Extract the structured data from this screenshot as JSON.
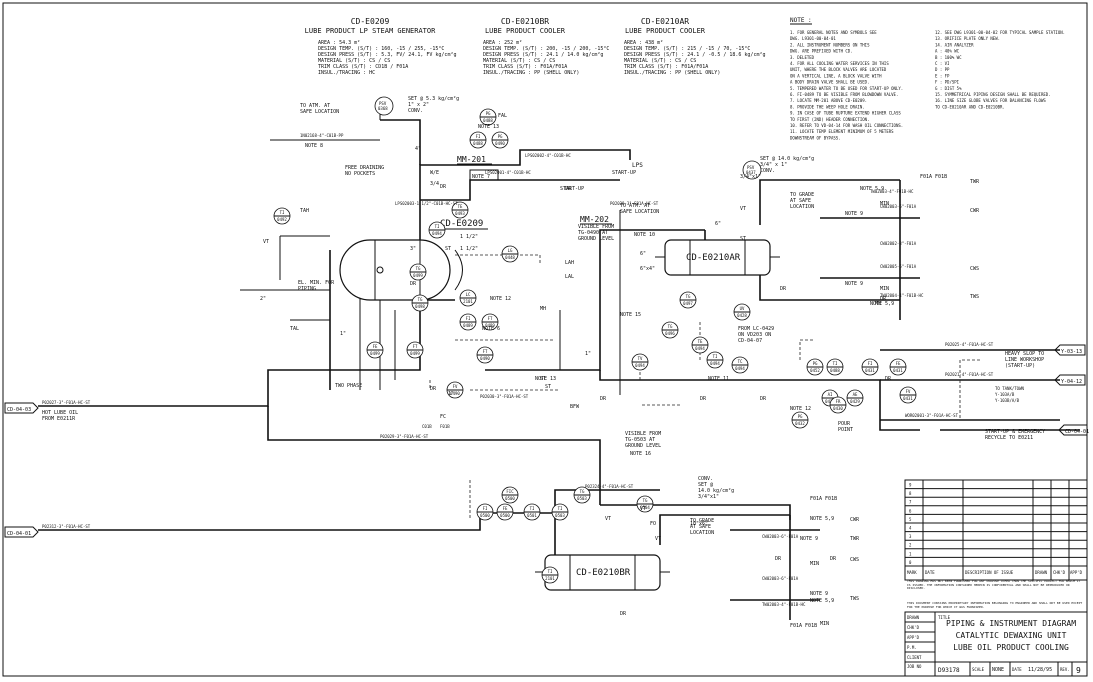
{
  "headers": {
    "hdr1": {
      "tag": "CD-E0209",
      "name": "LUBE PRODUCT LP STEAM GENERATOR",
      "lines": [
        "AREA : 54.3 m²",
        "DESIGN TEMP. (S/T) : 160, -15 / 255, -15°C",
        "DESIGN PRESS (S/T) : 5.3, FV/ 24.1, FV kg/cm²g",
        "MATERIAL (S/T) : CS / CS",
        "TRIM CLASS (S/T) : CD1B / F01A",
        "INSUL./TRACING : HC"
      ]
    },
    "hdr2": {
      "tag": "CD-E0210BR",
      "name": "LUBE PRODUCT COOLER",
      "lines": [
        "AREA : 252 m²",
        "DESIGN TEMP. (S/T) : 200, -15 / 200, -15°C",
        "DESIGN PRESS (S/T) : 24.1 / 14.0 kg/cm²g",
        "MATERIAL (S/T) : CS / CS",
        "TRIM CLASS (S/T) : F01A/F01A",
        "INSUL./TRACING : PP (SHELL ONLY)"
      ]
    },
    "hdr3": {
      "tag": "CD-E0210AR",
      "name": "LUBE PRODUCT COOLER",
      "lines": [
        "AREA : 438 m²",
        "DESIGN TEMP. (S/T) : 215 / -15 / 70, -15°C",
        "DESIGN PRESS (S/T) : 24.1 / -0.5 / 18.6 kg/cm²g",
        "MATERIAL (S/T) : CS / CS",
        "TRIM CLASS (S/T) : F01A/F01A",
        "INSUL./TRACING : PP (SHELL ONLY)"
      ]
    }
  },
  "notes": {
    "title": "NOTE :",
    "left": [
      "1. FOR GENERAL NOTES AND SYMBOLS SEE",
      "   DWG. L9301-00-04-01",
      "2. ALL INSTRUMENT NUMBERS ON THIS",
      "   DWG. ARE PREFIXED WITH CD.",
      "3. DELETED",
      "4. FOR ALL COOLING WATER SERVICES IN THIS",
      "   UNIT, WHERE THE BLOCK VALVES ARE LOCATED",
      "   ON A VERTICAL LINE, A BLOCK VALVE WITH",
      "   A BODY DRAIN VALVE SHALL BE USED.",
      "5. TEMPERED WATER TO BE USED FOR START-UP ONLY.",
      "6. FI-0489 TO BE VISIBLE FROM BLOWDOWN VALVE.",
      "7. LOCATE MM-201 ABOVE CD-E0209.",
      "8. PROVIDE THE WEEP HOLE DRAIN.",
      "9. IN CASE OF TUBE RUPTURE EXTEND HIGHER CLASS",
      "   TO FIRST (2ND) HEADER CONNECTION.",
      "10. REFER TO VD-04-14 FOR WASH OIL CONNECTIONS.",
      "11. LOCATE TEMP ELEMENT MINIMUM OF 5 METERS",
      "    DOWNSTREAM OF BYPASS."
    ],
    "right": [
      "12. SEE DWG L9301-00-04-02 FOR TYPICAL SAMPLE STATION.",
      "13. ORIFICE PLATE ONLY NEW.",
      "14. AIR ANALYZER",
      "    A : 40% WC",
      "    B : 100% WC",
      "    C : VI",
      "    D : PP",
      "    E : FP",
      "    F : PD/SPI",
      "    G : DIST 5%",
      "15. SYMMETRICAL PIPING DESIGN SHALL BE REQUIRED.",
      "16. LINE SIZE GLOBE VALVES FOR BALANCING FLOWS",
      "    TO CD-E0210AR AND CD-E0210BR."
    ]
  },
  "labels": {
    "atm1": "TO ATM. AT",
    "atm1b": "SAFE LOCATION",
    "set1": "SET @ 5.3 kg/cm²g",
    "set1b": "1\" x 2\"",
    "set1c": "CONV.",
    "psv368": "PSV",
    "psv368n": "0368",
    "line_top": "1N02168-4\"-C01B-PP",
    "note8": "NOTE 8",
    "note13": "NOTE 13",
    "note7": "NOTE 7",
    "note12": "NOTE 12",
    "note6": "NOTE 6",
    "note15": "NOTE 15",
    "note13b": "NOTE 13",
    "note16": "NOTE 16",
    "note10": "NOTE 10",
    "note11": "NOTE 11",
    "note12b": "NOTE 12",
    "mm201": "MM-201",
    "mm202": "MM-202",
    "lps": "LPS",
    "startup1": "START-UP",
    "startup2": "START-UP",
    "lps_line1": "LPS02001-4\"-C01B-HC",
    "lps_line2": "LPS02002-4\"-C01B-HC",
    "lps_line3": "LPS02003-1 1/2\"-C01B-HC-ST",
    "free_drain": "FREE DRAINING",
    "no_pockets": "NO POCKETS",
    "cde0209": "CD-E0209",
    "cde0210ar": "CD-E0210AR",
    "cde0210br": "CD-E0210BR",
    "atm2": "TO ATM. AT",
    "atm2b": "SAFE LOCATION",
    "set2": "SET @ 14.0 kg/cm²g",
    "set2b": "3/4\" x 1\"",
    "set2c": "CONV.",
    "psv437": "PSV",
    "psv437n": "0437",
    "grade1": "TO GRADE",
    "grade1b": "AT SAFE",
    "grade1c": "LOCATION",
    "grade2": "TO GRADE",
    "grade2b": "AT SAFE",
    "grade2c": "LOCATION",
    "vis1": "VISIBLE FROM",
    "vis1b": "TG-0490 AT",
    "vis1c": "GROUND LEVEL",
    "vis2": "VISIBLE FROM",
    "vis2b": "TG-0503 AT",
    "vis2c": "GROUND LEVEL",
    "elmin": "EL. MIN. FOR",
    "elmin2": "PIPING",
    "two_phase": "TWO PHASE",
    "from_lc": "FROM LC-0429",
    "from_lc2": "ON VD203 ON",
    "from_lc3": "CD-04-07",
    "hot_lube": "HOT LUBE OIL",
    "hot_lube2": "FROM E0211R",
    "line_p1": "P02027-3\"-F01A-HC-ST",
    "line_p2": "P02312-3\"-F01A-HC-ST",
    "line_p3": "P02029-3\"-F01A-HC-ST",
    "line_p4": "P02324-4\"-F01A-HC-ST",
    "line_p5": "P02028-3\"-F01A-HC-ST",
    "line_p6": "P02030-3\"-F01A-HC-ST",
    "offpage1": "CD-04-03",
    "offpage2": "CD-04-01",
    "offpage3": "Y-03-13",
    "offpage4": "Y-04-12",
    "offpage5": "CD-04-01",
    "heavy_slop": "HEAVY SLOP TO",
    "heavy_slop2": "LINE WORKSHOP",
    "heavy_slop3": "(START-UP)",
    "to_tank": "TO TANK/TOWN",
    "to_tank2": "Y-103A/B",
    "to_tank3": "Y-103B/A/B",
    "startup_em": "START-UP & EMERGENCY",
    "startup_em2": "RECYCLE TO E0211",
    "ap_dr": "DR",
    "ap_ar": "AR",
    "conv3": "CONV.",
    "set3": "SET @",
    "set3b": "14.0 kg/cm²g",
    "set3c": "3/4\"x1\"",
    "f01a": "F01A F01B",
    "f01a2": "F01A F01B",
    "note59": "NOTE 5,9",
    "note59b": "NOTE 5,9",
    "note59c": "NOTE 5,9",
    "note59d": "NOTE 5,9",
    "note9": "NOTE 9",
    "note9b": "NOTE 9",
    "note9c": "NOTE 9",
    "cwr": "CWR",
    "cws": "CWS",
    "twr": "TWR",
    "tws": "TWS",
    "cwr2": "CWR",
    "cws2": "CWS",
    "twr2": "TWR",
    "tws2": "TWS",
    "mark": "MARK",
    "date": "DATE",
    "desc": "DESCRIPTION OF ISSUE",
    "drawn": "DRAWN",
    "chkd": "CHK'D",
    "appd": "APP'D",
    "dwg_title_label": "TITLE",
    "dwg_title1": "PIPING & INSTRUMENT DIAGRAM",
    "dwg_title2": "CATALYTIC DEWAXING UNIT",
    "dwg_title3": "LUBE OIL PRODUCT COOLING",
    "tb_drawn": "DRAWN",
    "tb_chkd": "CHK'D",
    "tb_appd": "APP'D",
    "tb_pm": "P.M.",
    "tb_client": "CLIENT",
    "job_no_label": "JOB NO",
    "job_no": "D93178",
    "scale_label": "SCALE",
    "scale": "NONE",
    "date_label": "DATE",
    "tb_date": "11/28/95",
    "rev_label": "REV.",
    "rev": "9",
    "disclaimer": "THIS DRAWING HAS NOT BEEN FURNISHED FOR ANY PURPOSE OTHER THAN THE SPECIFIC PROJECT FOR WHICH IT IS ISSUED. THE INFORMATION CONTAINED HEREIN IS CONFIDENTIAL AND SHALL NOT BE REPRODUCED OR DISCLOSED.",
    "disclaimer2": "THIS DOCUMENT CONTAINS PROPRIETARY INFORMATION BELONGING TO ENGINEER AND SHALL NOT BE USED EXCEPT FOR THE PURPOSE FOR WHICH IT WAS FURNISHED.",
    "b_one_half": "1 1/2\"",
    "b_three": "3\"",
    "b_four": "4\"",
    "b_six": "6\"",
    "b_one": "1\"",
    "b_two": "2\"",
    "dr": "DR",
    "vt": "VT",
    "st": "ST",
    "fc": "FC",
    "bfw": "BFW",
    "fal": "FAL",
    "tah": "TAH",
    "lah": "LAH",
    "lal": "LAL",
    "tal": "TAL",
    "mh": "MH",
    "hc": "HC",
    "min": "MIN",
    "ww_e": "W/E",
    "fo": "FO",
    "sb": "SB",
    "b_34": "3/4",
    "b_66": "6\"x4\"",
    "b_10x6": "10\"x6\"",
    "b_34x1": "3/4\"x1\"",
    "fce": "FCE",
    "scale_one": "1",
    "c01b": "C01B",
    "f01b": "F01B",
    "poor_point": "POUR",
    "poor_point2": "POINT",
    "cw_lines": [
      "CW02003-6\"-F01A",
      "CW02003-6\"-F01A",
      "TW02003-4\"-F01B-HC",
      "CW02002-8\"-F01A",
      "CW02005-6\"-F01A",
      "TW02004-4\"-F01B-HC",
      "CW02003-6\"-F01A",
      "CW02003-6\"-F01A",
      "TW02003-4\"-F01B-HC"
    ],
    "misc_lines": [
      "P02025-4\"-F01A-HC-ST",
      "P02021-4\"-F01A-HC-ST",
      "WOR02001-3\"-F01A-HC-ST"
    ],
    "rev_rows": [
      "9",
      "8",
      "7",
      "6",
      "5",
      "4",
      "3",
      "2",
      "1",
      "0"
    ]
  },
  "instruments": [
    {
      "id": "tag_ti_492",
      "t": "TI",
      "n": "0492"
    },
    {
      "id": "tag_pg_488",
      "t": "PG",
      "n": "0488"
    },
    {
      "id": "tag_fi_488",
      "t": "FI",
      "n": "0488"
    },
    {
      "id": "tag_pg_490",
      "t": "PG",
      "n": "0490"
    },
    {
      "id": "tag_te_493",
      "t": "TE",
      "n": "0493"
    },
    {
      "id": "tag_ti_494",
      "t": "TI",
      "n": "0494"
    },
    {
      "id": "tag_lg_448",
      "t": "LG",
      "n": "0448"
    },
    {
      "id": "tag_lc_2101",
      "t": "LC",
      "n": "2101"
    },
    {
      "id": "tag_fi_489",
      "t": "FI",
      "n": "0489"
    },
    {
      "id": "tag_ft_489",
      "t": "FT",
      "n": "0489"
    },
    {
      "id": "tag_ft_490",
      "t": "FT",
      "n": "0490"
    },
    {
      "id": "tag_fv_490",
      "t": "FV",
      "n": "0490"
    },
    {
      "id": "tag_tg_499",
      "t": "TG",
      "n": "0499"
    },
    {
      "id": "tag_tg_498",
      "t": "TG",
      "n": "0498"
    },
    {
      "id": "tag_fe_499",
      "t": "FE",
      "n": "0499"
    },
    {
      "id": "tag_ft_499",
      "t": "FT",
      "n": "0499"
    },
    {
      "id": "tag_tg_497",
      "t": "TG",
      "n": "0497"
    },
    {
      "id": "tag_te_494",
      "t": "TE",
      "n": "0494"
    },
    {
      "id": "tag_ti_494b",
      "t": "TI",
      "n": "0494"
    },
    {
      "id": "tag_tc_494",
      "t": "TC",
      "n": "0494"
    },
    {
      "id": "tag_tv_494",
      "t": "TV",
      "n": "0494"
    },
    {
      "id": "tag_tg_496",
      "t": "TG",
      "n": "0496"
    },
    {
      "id": "tag_uv_428",
      "t": "UV",
      "n": "0428"
    },
    {
      "id": "tag_pg_452",
      "t": "PG",
      "n": "0452"
    },
    {
      "id": "tag_ti_488",
      "t": "TI",
      "n": "0488"
    },
    {
      "id": "tag_fi_431",
      "t": "FI",
      "n": "0431"
    },
    {
      "id": "tag_fe_431",
      "t": "FE",
      "n": "0431"
    },
    {
      "id": "tag_fv_431",
      "t": "FV",
      "n": "0431"
    },
    {
      "id": "tag_ai_429",
      "t": "AI",
      "n": "0429"
    },
    {
      "id": "tag_ae_429",
      "t": "AE",
      "n": "0429"
    },
    {
      "id": "tag_fi_500",
      "t": "FI",
      "n": "0500"
    },
    {
      "id": "tag_fe_500",
      "t": "FE",
      "n": "0500"
    },
    {
      "id": "tag_ti_501",
      "t": "TI",
      "n": "0501"
    },
    {
      "id": "tag_ti_503",
      "t": "TI",
      "n": "0503"
    },
    {
      "id": "tag_tg_503",
      "t": "TG",
      "n": "0503"
    },
    {
      "id": "tag_tg_504",
      "t": "TG",
      "n": "0504"
    },
    {
      "id": "tag_ti_2101",
      "t": "TI",
      "n": "2101"
    },
    {
      "id": "tag_fic_500",
      "t": "FIC",
      "n": "0500"
    },
    {
      "id": "tag_pdi_4432",
      "t": "PG",
      "n": "0432"
    },
    {
      "id": "tag_fr_0430",
      "t": "FR",
      "n": "0430"
    }
  ]
}
